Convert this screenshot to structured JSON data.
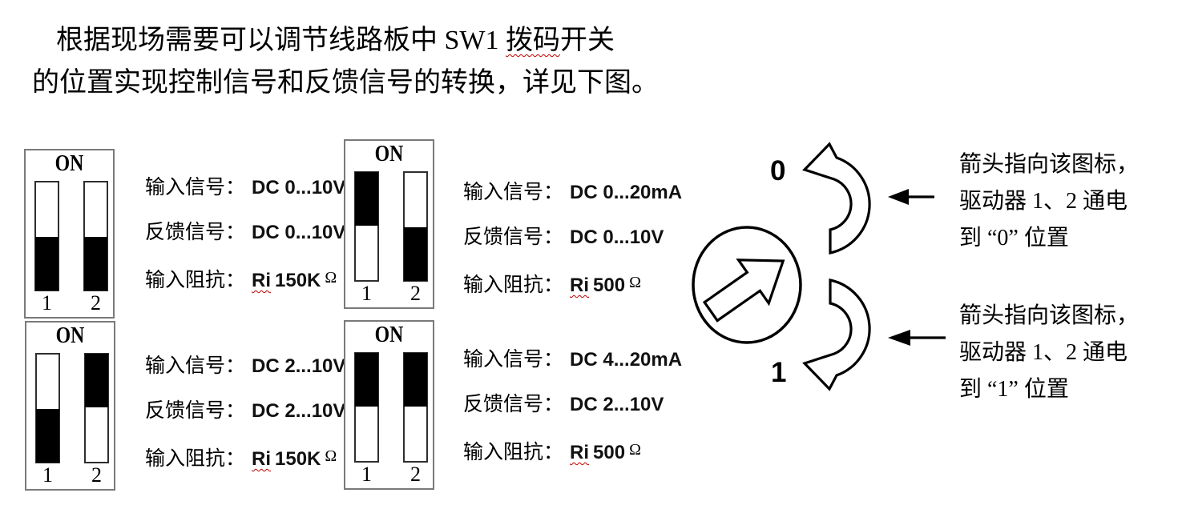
{
  "intro": {
    "line1_pre": "根据现场需要可以调节线路板中 SW1 ",
    "line1_wavy": "拨码",
    "line1_post": "开关",
    "line2": "的位置实现控制信号和反馈信号的转换，详见下图。"
  },
  "panels": [
    {
      "on_label": "ON",
      "numbers": [
        "1",
        "2"
      ],
      "switches": [
        "down",
        "down"
      ],
      "rows": [
        {
          "label": "输入信号：",
          "value": "DC 0...10V"
        },
        {
          "label": "反馈信号：",
          "value": "DC 0...10V"
        },
        {
          "label": "输入阻抗：",
          "ri": "Ri",
          "value": "150K",
          "omega": "Ω"
        }
      ]
    },
    {
      "on_label": "ON",
      "numbers": [
        "1",
        "2"
      ],
      "switches": [
        "up",
        "down"
      ],
      "rows": [
        {
          "label": "输入信号：",
          "value": "DC 0...20mA"
        },
        {
          "label": "反馈信号：",
          "value": "DC 0...10V"
        },
        {
          "label": "输入阻抗：",
          "ri": "Ri",
          "value": "500",
          "omega": "Ω"
        }
      ]
    },
    {
      "on_label": "ON",
      "numbers": [
        "1",
        "2"
      ],
      "switches": [
        "down",
        "up"
      ],
      "rows": [
        {
          "label": "输入信号：",
          "value": "DC 2...10V"
        },
        {
          "label": "反馈信号：",
          "value": "DC 2...10V"
        },
        {
          "label": "输入阻抗：",
          "ri": "Ri",
          "value": "150K",
          "omega": "Ω"
        }
      ]
    },
    {
      "on_label": "ON",
      "numbers": [
        "1",
        "2"
      ],
      "switches": [
        "up",
        "up"
      ],
      "rows": [
        {
          "label": "输入信号：",
          "value": "DC 4...20mA"
        },
        {
          "label": "反馈信号：",
          "value": "DC 2...10V"
        },
        {
          "label": "输入阻抗：",
          "ri": "Ri",
          "value": "500",
          "omega": "Ω"
        }
      ]
    }
  ],
  "rotary": {
    "zero_label": "0",
    "one_label": "1",
    "notes": [
      {
        "line1": "箭头指向该图标，",
        "line2": "驱动器 1、2 通电",
        "line3": "到 “0” 位置"
      },
      {
        "line1": "箭头指向该图标，",
        "line2": "驱动器 1、2 通电",
        "line3": "到 “1” 位置"
      }
    ]
  },
  "colors": {
    "text": "#000000",
    "spellcheck_wavy": "#c00000",
    "switch_fill": "#000000"
  }
}
